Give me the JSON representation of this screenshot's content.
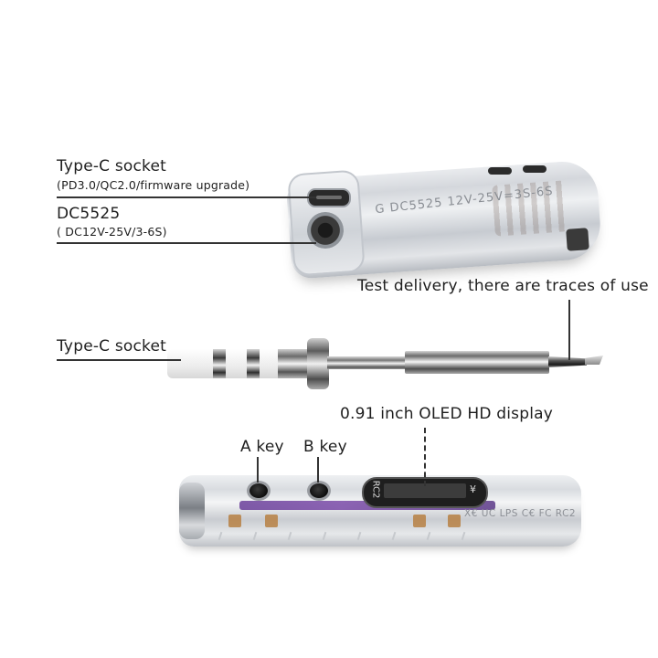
{
  "image": {
    "background": "#ffffff",
    "subject": "Transparent portable soldering iron with annotated parts"
  },
  "top_device": {
    "callouts": [
      {
        "title": "Type-C socket",
        "subtitle": "(PD3.0/QC2.0/firmware upgrade)"
      },
      {
        "title": "DC5525",
        "subtitle": "( DC12V-25V/3-6S)"
      }
    ],
    "printed_text": "G DC5525 12V-25V=3S-6S"
  },
  "middle_tip": {
    "callouts": [
      {
        "title": "Type-C socket"
      },
      {
        "title": "Test delivery, there are traces of use"
      }
    ]
  },
  "bottom_device": {
    "callouts": [
      {
        "title": "A key"
      },
      {
        "title": "B key"
      },
      {
        "title": "0.91 inch OLED HD display"
      }
    ],
    "display_left_mark": "RC2",
    "display_right_mark": "¥",
    "body_markings": "X€ UC LPS C€ FC RC2"
  },
  "colors": {
    "label_text": "#1e1e1e",
    "leader_line": "#333333",
    "pcb_purple": "#6a3f9a",
    "copper": "#b57a3a"
  }
}
